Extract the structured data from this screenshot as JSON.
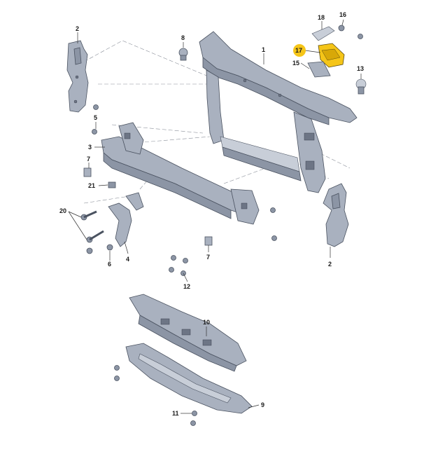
{
  "diagram": {
    "highlight_color": "#f5c518",
    "part_color": "#a9b1bf",
    "labels": [
      {
        "id": "lbl-1",
        "text": "1"
      },
      {
        "id": "lbl-2a",
        "text": "2"
      },
      {
        "id": "lbl-2b",
        "text": "2"
      },
      {
        "id": "lbl-3",
        "text": "3"
      },
      {
        "id": "lbl-4",
        "text": "4"
      },
      {
        "id": "lbl-5",
        "text": "5"
      },
      {
        "id": "lbl-6",
        "text": "6"
      },
      {
        "id": "lbl-7a",
        "text": "7"
      },
      {
        "id": "lbl-7b",
        "text": "7"
      },
      {
        "id": "lbl-8",
        "text": "8"
      },
      {
        "id": "lbl-9",
        "text": "9"
      },
      {
        "id": "lbl-10",
        "text": "10"
      },
      {
        "id": "lbl-11",
        "text": "11"
      },
      {
        "id": "lbl-12",
        "text": "12"
      },
      {
        "id": "lbl-13",
        "text": "13"
      },
      {
        "id": "lbl-15",
        "text": "15"
      },
      {
        "id": "lbl-16",
        "text": "16"
      },
      {
        "id": "lbl-17",
        "text": "17"
      },
      {
        "id": "lbl-18",
        "text": "18"
      },
      {
        "id": "lbl-20",
        "text": "20"
      },
      {
        "id": "lbl-21",
        "text": "21"
      }
    ]
  }
}
